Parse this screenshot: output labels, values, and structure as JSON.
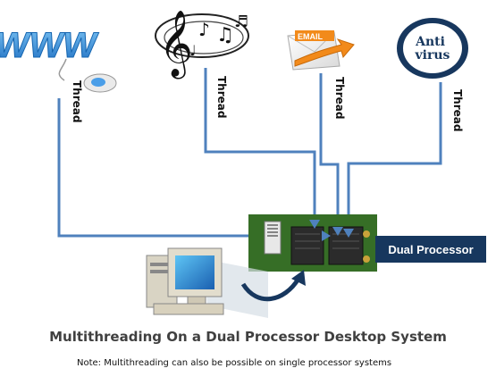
{
  "diagram": {
    "title": "Multithreading On a Dual Processor Desktop System",
    "note": "Note: Multithreading  can also be possible on single processor systems",
    "processor_label": "Dual Processor",
    "threads": [
      {
        "source": "www",
        "label": "Thread",
        "logo_text": "WWW"
      },
      {
        "source": "music",
        "label": "Thread",
        "logo_text": ""
      },
      {
        "source": "email",
        "label": "Thread",
        "logo_text": "EMAIL"
      },
      {
        "source": "antivirus",
        "label": "Thread",
        "logo_text": "Anti virus"
      }
    ],
    "colors": {
      "thread_line": "#4f81bd",
      "badge": "#17375e",
      "www_blue": "#2f8fd8",
      "email_orange": "#f28a1a",
      "antivirus_ring": "#17375e",
      "board_green": "#3d7a2c"
    }
  }
}
